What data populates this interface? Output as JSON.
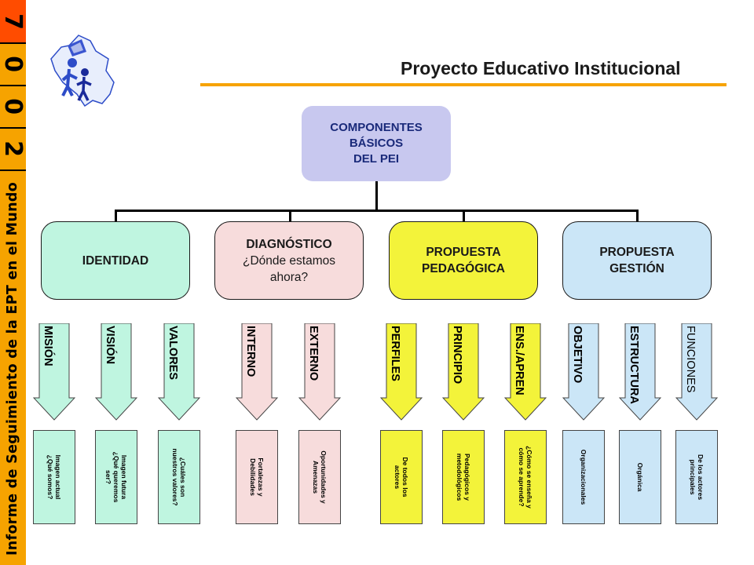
{
  "sidebar": {
    "year_digits": [
      "7",
      "0",
      "0",
      "2"
    ],
    "vertical_title": "Informe de Seguimiento de la EPT en el Mundo",
    "colors": {
      "band": "#f6a300",
      "first_box": "#ff4c00"
    }
  },
  "header": {
    "title": "Proyecto Educativo Institucional"
  },
  "root": {
    "label": "COMPONENTES\nBÁSICOS\nDEL PEI",
    "color": "#c8c8ef"
  },
  "branches": [
    {
      "label": "IDENTIDAD",
      "sub": "",
      "color": "#bff5e0"
    },
    {
      "label": "DIAGNÓSTICO",
      "sub": "¿Dónde estamos\nahora?",
      "color": "#f7dcdc"
    },
    {
      "label": "PROPUESTA\nPEDAGÓGICA",
      "sub": "",
      "color": "#f3f33a"
    },
    {
      "label": "PROPUESTA\nGESTIÓN",
      "sub": "",
      "color": "#cbe6f7"
    }
  ],
  "arrows": [
    {
      "label": "MISIÓN",
      "color": "#bff5e0"
    },
    {
      "label": "VISIÓN",
      "color": "#bff5e0"
    },
    {
      "label": "VALORES",
      "color": "#bff5e0"
    },
    {
      "label": "INTERNO",
      "color": "#f7dcdc"
    },
    {
      "label": "EXTERNO",
      "color": "#f7dcdc"
    },
    {
      "label": "PERFILES",
      "color": "#f3f33a"
    },
    {
      "label": "PRINCIPIO",
      "color": "#f3f33a"
    },
    {
      "label": "ENS./APREN",
      "color": "#f3f33a"
    },
    {
      "label": "OBJETIVO",
      "color": "#cbe6f7"
    },
    {
      "label": "ESTRUCTURA",
      "color": "#cbe6f7"
    },
    {
      "label": "FUNCIONES",
      "color": "#cbe6f7"
    }
  ],
  "boxes": [
    {
      "text": "Imagen actual\n¿Qué somos?",
      "color": "#bff5e0"
    },
    {
      "text": "Imagen futura\n¿Qué queremos\nser?",
      "color": "#bff5e0"
    },
    {
      "text": "¿Cuáles son\nnuestros valores?",
      "color": "#bff5e0"
    },
    {
      "text": "Fortalezas y\nDebilidades",
      "color": "#f7dcdc"
    },
    {
      "text": "Oportunidades y\nAmenazas",
      "color": "#f7dcdc"
    },
    {
      "text": "De todos los\nactores",
      "color": "#f3f33a"
    },
    {
      "text": "Pedagógicos y\nmetodológicos",
      "color": "#f3f33a"
    },
    {
      "text": "¿Cómo se enseña y\ncómo se aprende?",
      "color": "#f3f33a"
    },
    {
      "text": "Organizacionales",
      "color": "#cbe6f7"
    },
    {
      "text": "Orgánica",
      "color": "#cbe6f7"
    },
    {
      "text": "De los actores\nprincipales",
      "color": "#cbe6f7"
    }
  ]
}
